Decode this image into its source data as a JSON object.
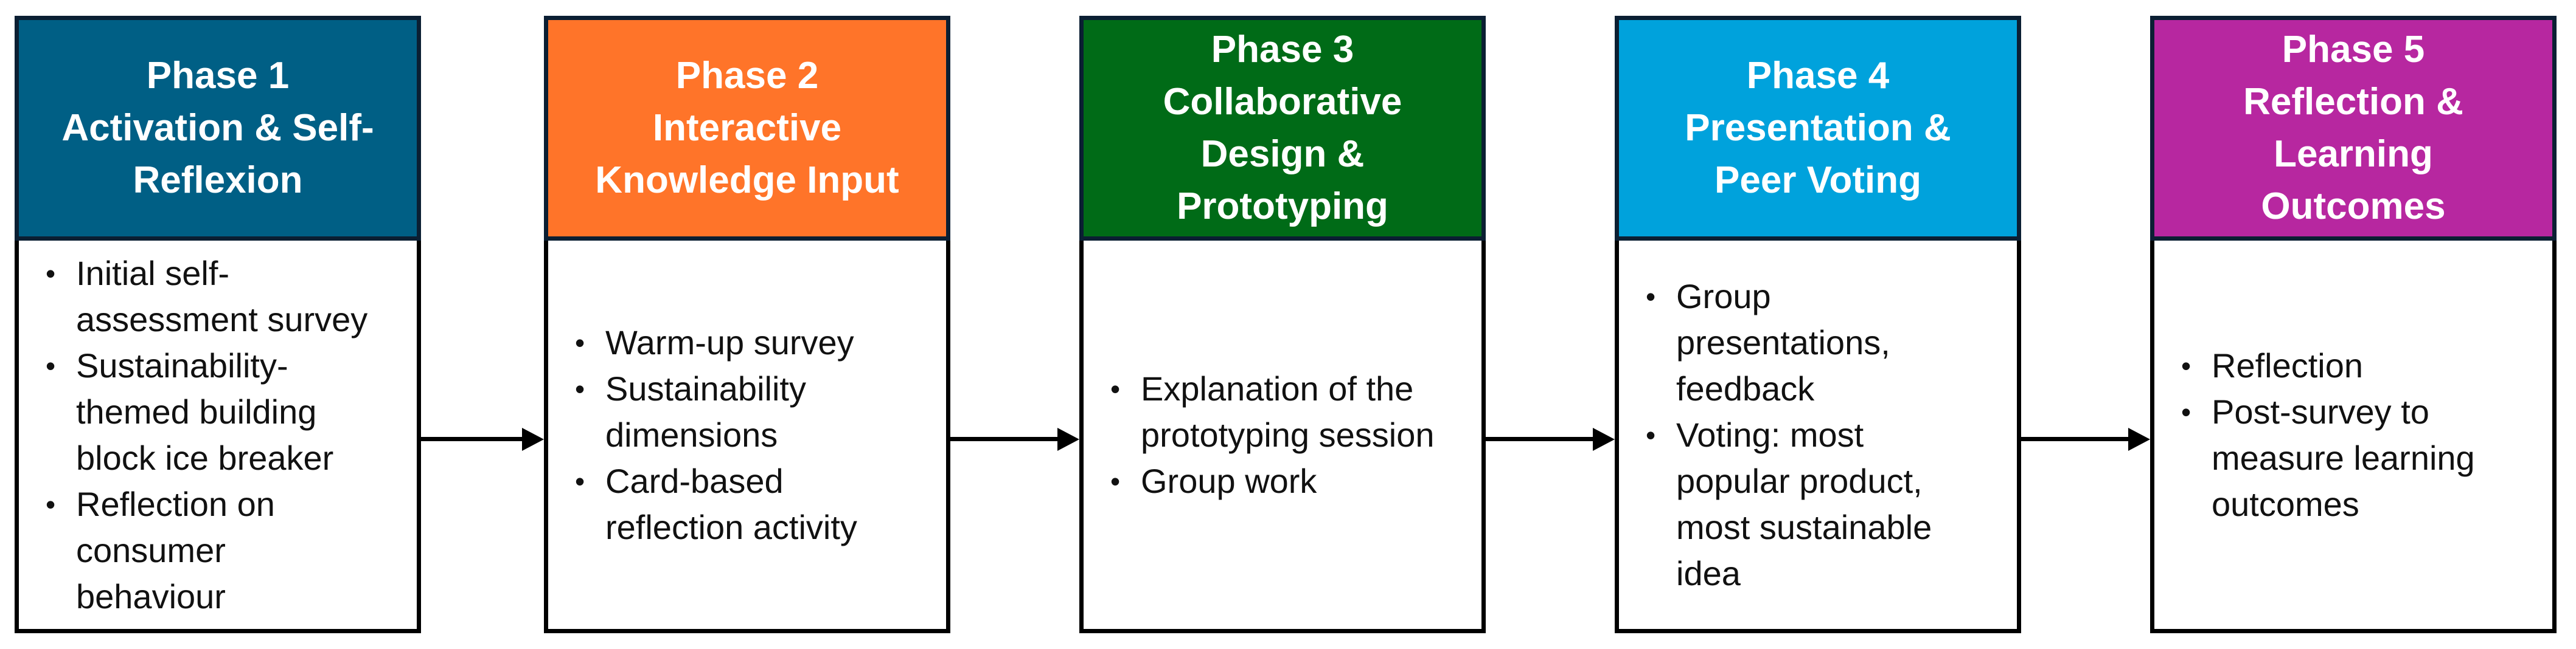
{
  "phases": [
    {
      "title_lines": [
        "Phase 1",
        "Activation & Self-",
        "Reflexion"
      ],
      "color": "#005f85",
      "items": [
        [
          "Initial self-",
          "assessment survey"
        ],
        [
          "Sustainability-",
          "themed building",
          "block ice breaker"
        ],
        [
          "Reflection on",
          "consumer",
          "behaviour"
        ]
      ]
    },
    {
      "title_lines": [
        "Phase 2",
        "Interactive",
        "Knowledge Input"
      ],
      "color": "#ff7429",
      "items": [
        [
          "Warm-up survey"
        ],
        [
          "Sustainability",
          "dimensions"
        ],
        [
          "Card-based",
          "reflection activity"
        ]
      ]
    },
    {
      "title_lines": [
        "Phase 3",
        "Collaborative",
        "Design &",
        "Prototyping"
      ],
      "color": "#006b17",
      "items": [
        [
          "Explanation of the",
          "prototyping session"
        ],
        [
          "Group work"
        ]
      ]
    },
    {
      "title_lines": [
        "Phase 4",
        "Presentation &",
        "Peer Voting"
      ],
      "color": "#00a2dc",
      "items": [
        [
          "Group",
          "presentations,",
          "feedback"
        ],
        [
          "Voting: most",
          "popular product,",
          "most sustainable",
          "idea"
        ]
      ]
    },
    {
      "title_lines": [
        "Phase 5",
        "Reflection &",
        "Learning",
        "Outcomes"
      ],
      "color": "#b727a0",
      "items": [
        [
          "Reflection"
        ],
        [
          "Post-survey to",
          "measure learning",
          "outcomes"
        ]
      ]
    }
  ]
}
